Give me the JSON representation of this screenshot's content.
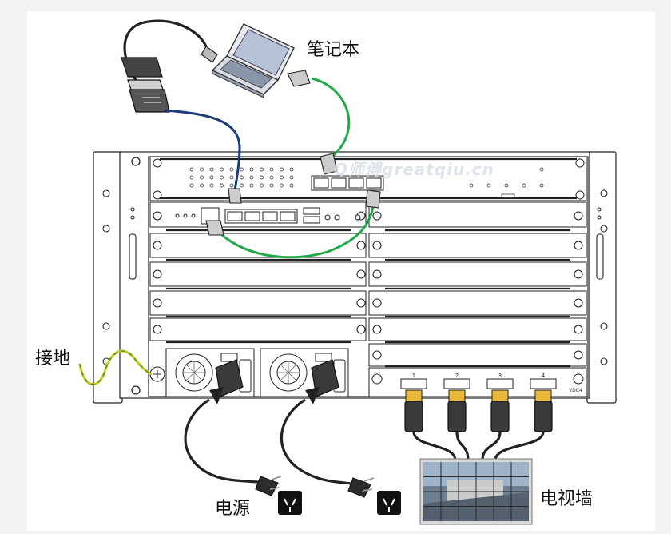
{
  "labels": {
    "laptop": "笔记本",
    "ground": "接地",
    "power": "电源",
    "video_wall": "电视墙"
  },
  "watermark": "Q师傅greatqiu.cn",
  "hdmi_ports": [
    "1",
    "2",
    "3",
    "4"
  ],
  "module_tag": "VDC4",
  "colors": {
    "ethernet_cable": "#22aa4a",
    "serial_cable": "#1a3a78",
    "ground_wire": "#c8c81e",
    "chassis_line": "#222222"
  }
}
